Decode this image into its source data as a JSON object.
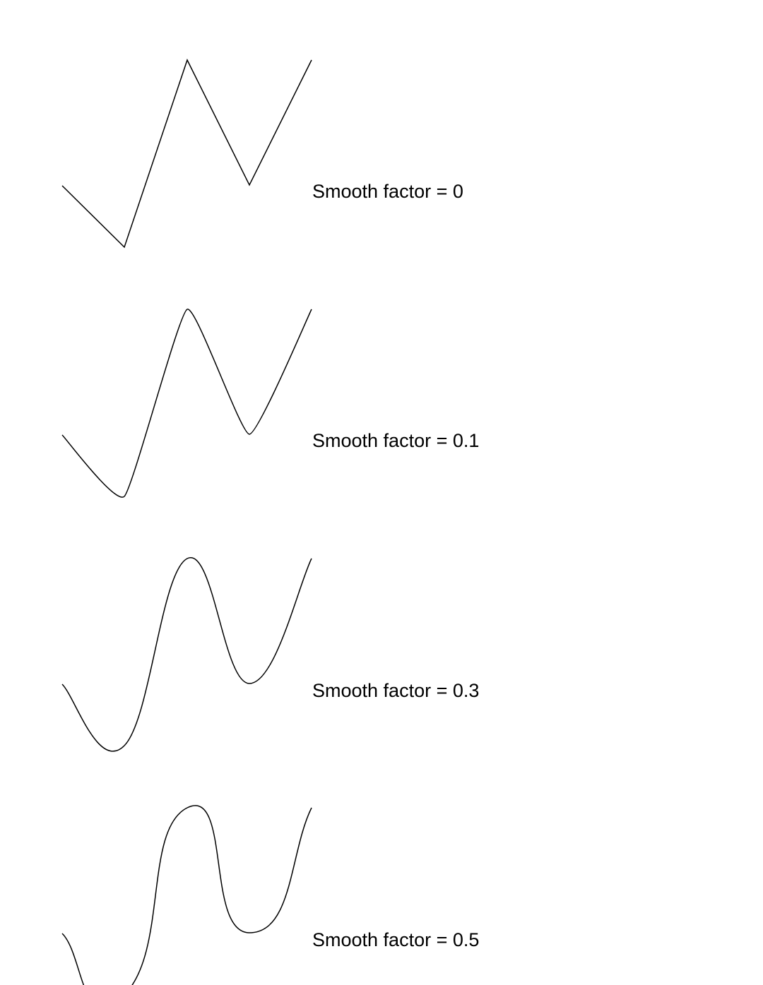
{
  "panels": [
    {
      "label": "Smooth factor = 0",
      "smooth_factor": 0
    },
    {
      "label": "Smooth factor = 0.1",
      "smooth_factor": 0.1
    },
    {
      "label": "Smooth factor = 0.3",
      "smooth_factor": 0.3
    },
    {
      "label": "Smooth factor = 0.5",
      "smooth_factor": 0.5
    }
  ],
  "line_color": "#000000"
}
